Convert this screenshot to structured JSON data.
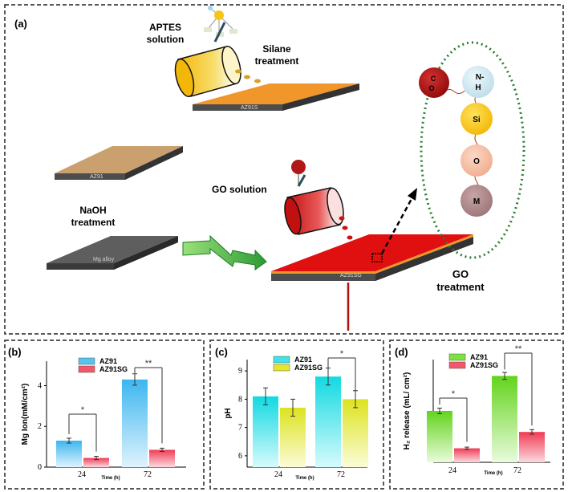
{
  "panel_a": {
    "label": "(a)",
    "aptes": [
      "APTES",
      "solution"
    ],
    "silane": [
      "Silane",
      "treatment"
    ],
    "naoh": [
      "NaOH",
      "treatment"
    ],
    "go_solution": "GO solution",
    "go_treatment": [
      "GO",
      "treatment"
    ],
    "plate_labels": {
      "az91": "AZ91",
      "az91s": "AZ91S",
      "mg_alloy": "Mg alloy",
      "az91sg": "AZ91SG"
    },
    "molecule": {
      "co": [
        "C",
        "O"
      ],
      "nh": [
        "N-",
        "H"
      ],
      "si": "Si",
      "o": "O",
      "m": "M"
    },
    "colors": {
      "orange": "#f0962a",
      "tan": "#c9a06e",
      "grey": "#5e5e5e",
      "red": "#e01010",
      "arrow_green": "#3fb94a",
      "ellipse": "#2e7d32"
    }
  },
  "panels": {
    "b_label": "(b)",
    "c_label": "(c)",
    "d_label": "(d)",
    "b_ylabel": "Mg Ion(mM/cm²)",
    "c_ylabel": "pH",
    "d_ylabel": "H₂ release (mL/ cm²)",
    "xlabel": "Time (h)"
  },
  "chart_data": [
    {
      "type": "bar",
      "categories": [
        "24",
        "72"
      ],
      "series": [
        {
          "name": "AZ91",
          "values": [
            1.3,
            4.3
          ],
          "errors": [
            0.12,
            0.28
          ],
          "color": "#56c3f0"
        },
        {
          "name": "AZ91SG",
          "values": [
            0.45,
            0.85
          ],
          "errors": [
            0.08,
            0.08
          ],
          "color": "#f2576a"
        }
      ],
      "xlabel": "Time (h)",
      "ylabel": "Mg Ion(mM/cm²)",
      "yticks": [
        "0",
        "2",
        "4"
      ],
      "ylim": [
        0,
        5.2
      ],
      "significance": [
        "*",
        "**"
      ]
    },
    {
      "type": "bar",
      "categories": [
        "24",
        "72"
      ],
      "series": [
        {
          "name": "AZ91",
          "values": [
            8.1,
            8.8
          ],
          "errors": [
            0.3,
            0.3
          ],
          "color": "#3fe3e8"
        },
        {
          "name": "AZ91SG",
          "values": [
            7.7,
            8.0
          ],
          "errors": [
            0.3,
            0.3
          ],
          "color": "#e5e82a"
        }
      ],
      "xlabel": "Time (h)",
      "ylabel": "pH",
      "yticks": [
        "6",
        "7",
        "8",
        "9"
      ],
      "ylim": [
        5.6,
        9.4
      ],
      "significance": [
        "*"
      ]
    },
    {
      "type": "bar",
      "categories": [
        "24",
        "72"
      ],
      "series": [
        {
          "name": "AZ91",
          "values": [
            2.2,
            3.7
          ],
          "errors": [
            0.12,
            0.15
          ],
          "color": "#7de23a"
        },
        {
          "name": "AZ91SG",
          "values": [
            0.6,
            1.3
          ],
          "errors": [
            0.05,
            0.1
          ],
          "color": "#f2576a"
        }
      ],
      "xlabel": "Time (h)",
      "ylabel": "H₂ release (mL/ cm²)",
      "yticks": [],
      "ylim": [
        0,
        4.4
      ],
      "significance": [
        "*",
        "**"
      ]
    }
  ]
}
